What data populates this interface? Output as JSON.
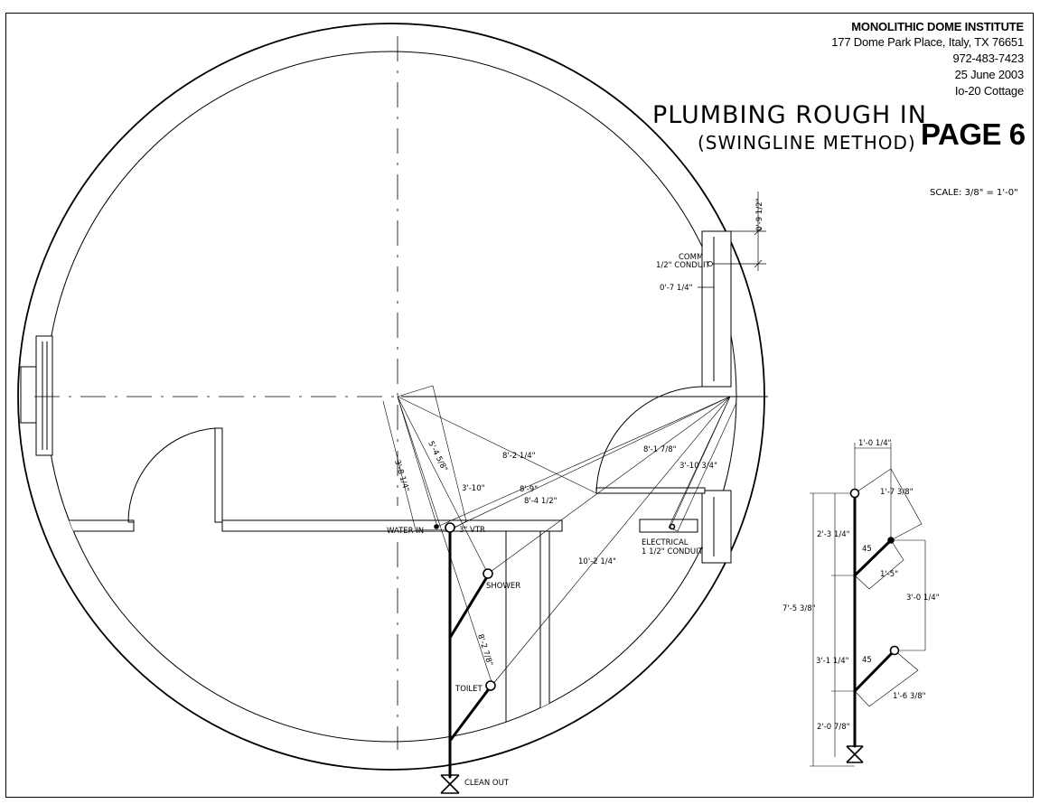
{
  "header": {
    "institute": "MONOLITHIC DOME INSTITUTE",
    "address": "177 Dome Park Place, Italy, TX 76651",
    "phone": "972-483-7423",
    "date": "25 June 2003",
    "project": "Io-20 Cottage"
  },
  "title": {
    "line1": "PLUMBING ROUGH IN",
    "line2": "(SWINGLINE METHOD)",
    "page": "PAGE 6"
  },
  "scale": "SCALE: 3/8\" = 1'-0\"",
  "labels": {
    "comm": "COMM",
    "comm_conduit": "1/2\" CONDUIT",
    "water_in": "WATER IN",
    "vtr": "3\" VTR",
    "shower": "SHOWER",
    "toilet": "TOILET",
    "electrical": "ELECTRICAL",
    "electrical_conduit": "1 1/2\" CONDUIT",
    "clean_out": "CLEAN OUT"
  },
  "dimensions": {
    "d_0_9_half": "0'-9 1/2\"",
    "d_0_7_quarter": "0'-7 1/4\"",
    "d_8_2_quarter": "8'-2 1/4\"",
    "d_8_1_78": "8'-1 7/8\"",
    "d_3_10_34": "3'-10 3/4\"",
    "d_3_10": "3'-10\"",
    "d_8_9": "8'-9\"",
    "d_8_4_half": "8'-4 1/2\"",
    "d_3_8_quarter": "3'-8 1/4\"",
    "d_5_4_58": "5'-4 5/8\"",
    "d_10_2_quarter": "10'-2 1/4\"",
    "d_8_2_78": "8'-2 7/8\""
  },
  "detail": {
    "d_1_0_quarter": "1'-0 1/4\"",
    "d_1_7_38": "1'-7 3/8\"",
    "d_2_3_quarter": "2'-3 1/4\"",
    "angle_1": "45",
    "d_1_5": "1'-5\"",
    "d_7_5_38": "7'-5 3/8\"",
    "d_3_0_quarter": "3'-0 1/4\"",
    "d_3_1_quarter": "3'-1 1/4\"",
    "angle_2": "45",
    "d_1_6_38": "1'-6 3/8\"",
    "d_2_0_78": "2'-0 7/8\""
  }
}
